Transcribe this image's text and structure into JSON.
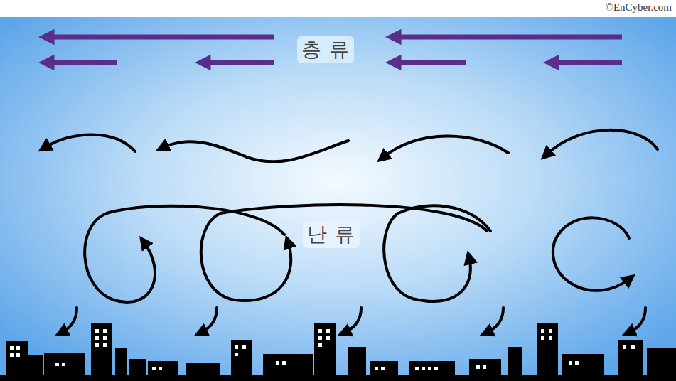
{
  "diagram": {
    "labels": [
      "©EnCyber.com",
      "층 류",
      "난 류"
    ]
  }
}
